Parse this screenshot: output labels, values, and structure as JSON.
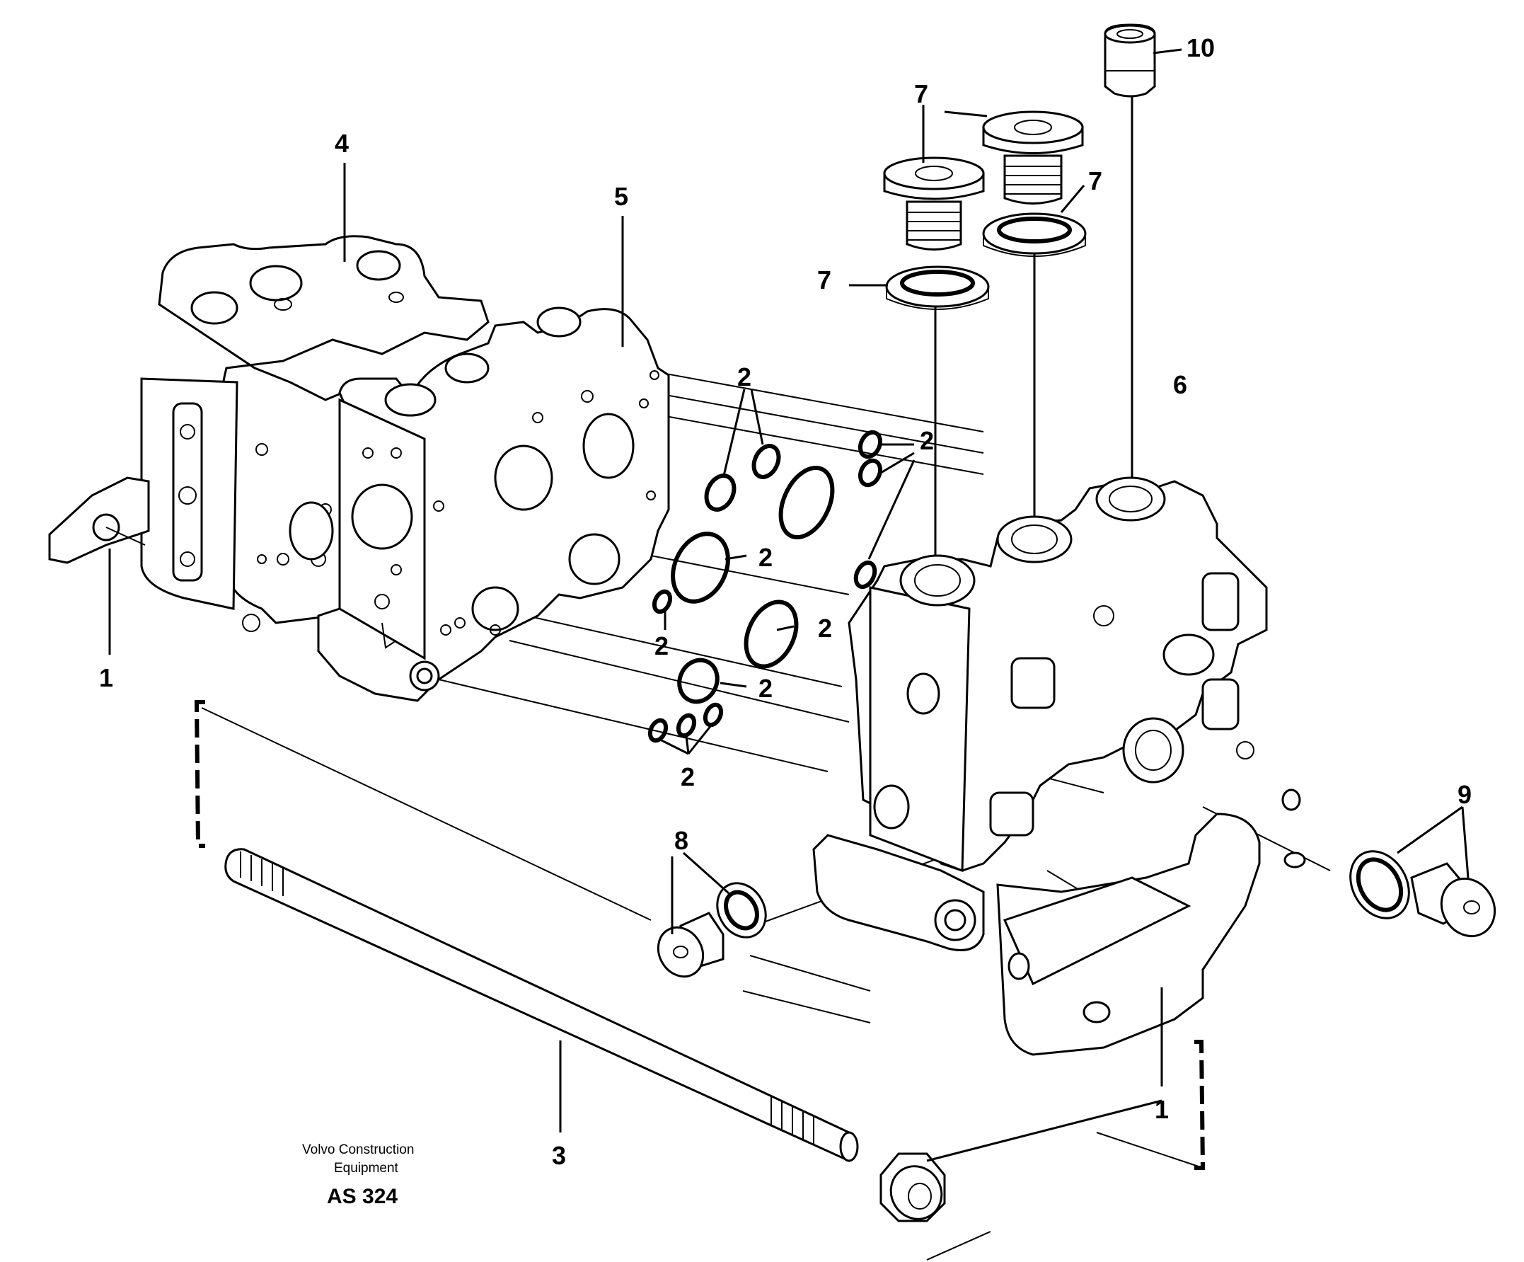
{
  "callouts": {
    "c1a": "1",
    "c1b": "1",
    "c2a": "2",
    "c2b": "2",
    "c2c": "2",
    "c2d": "2",
    "c2e": "2",
    "c2f": "2",
    "c2g": "2",
    "c3": "3",
    "c4": "4",
    "c5": "5",
    "c6": "6",
    "c7a": "7",
    "c7b": "7",
    "c7c": "7",
    "c8": "8",
    "c9": "9",
    "c10": "10"
  },
  "footer": {
    "line1": "Volvo Construction",
    "line2": "Equipment",
    "code": "AS 324"
  }
}
